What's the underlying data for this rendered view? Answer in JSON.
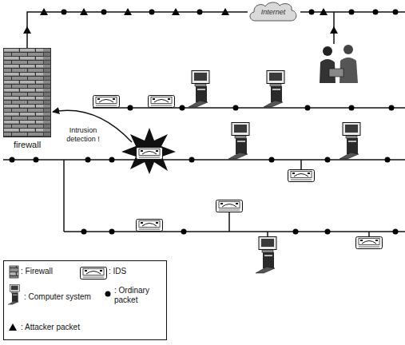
{
  "diagram": {
    "nodes": [
      {
        "text": [
          "Internet"
        ]
      },
      {
        "text": [
          "firewall"
        ]
      }
    ],
    "edges": [
      {
        "from": 1,
        "to": 0,
        "arrow": "none"
      }
    ],
    "labels": [
      "Intrusion detection !"
    ],
    "legend": [
      {
        "text": ": Firewall"
      },
      {
        "text": ": IDS"
      },
      {
        "text": ": Computer system"
      },
      {
        "text": ": Ordinary packet"
      },
      {
        "text": ": Attacker packet"
      }
    ]
  }
}
